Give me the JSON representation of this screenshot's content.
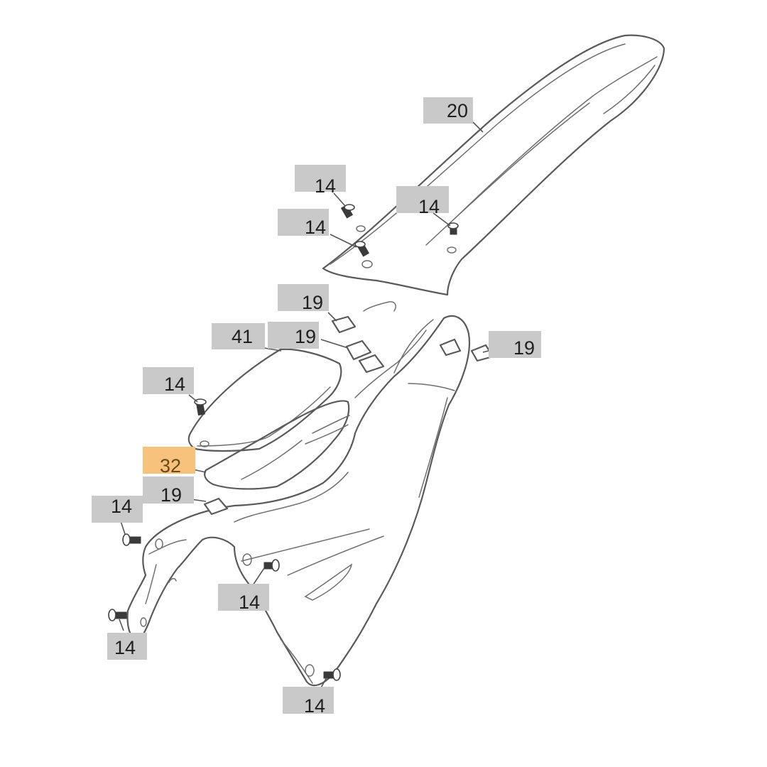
{
  "diagram": {
    "highlight_color": "#f6c27c",
    "label_color": "#c9c9c9",
    "callouts": [
      {
        "id": "c20",
        "part": "20"
      },
      {
        "id": "c14a",
        "part": "14"
      },
      {
        "id": "c14b",
        "part": "14"
      },
      {
        "id": "c14c",
        "part": "14"
      },
      {
        "id": "c19a",
        "part": "19"
      },
      {
        "id": "c19b",
        "part": "19"
      },
      {
        "id": "c19c",
        "part": "19"
      },
      {
        "id": "c41",
        "part": "41"
      },
      {
        "id": "c14d",
        "part": "14"
      },
      {
        "id": "c32",
        "part": "32",
        "highlighted": true
      },
      {
        "id": "c19d",
        "part": "19"
      },
      {
        "id": "c14e",
        "part": "14"
      },
      {
        "id": "c14f",
        "part": "14"
      },
      {
        "id": "c14g",
        "part": "14"
      },
      {
        "id": "c14h",
        "part": "14"
      }
    ]
  }
}
